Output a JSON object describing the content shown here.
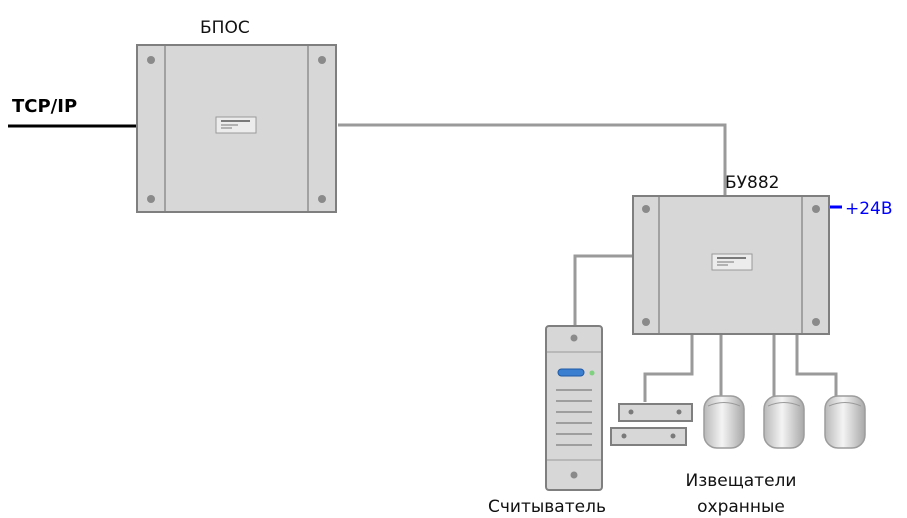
{
  "labels": {
    "bpos": "БПОС",
    "tcpip": "TCP/IP",
    "bu882": "БУ882",
    "power": "+24В",
    "reader": "Считыватель",
    "detectors_line1": "Извещатели",
    "detectors_line2": "охранные"
  },
  "colors": {
    "box_fill": "#d7d7d7",
    "box_border": "#7f7f7f",
    "wire": "#9a9a9a",
    "network_line": "#000000",
    "power": "#0000ff"
  },
  "icons": {
    "controller": "control-box-icon",
    "reader": "card-reader-icon",
    "contact": "magnetic-contact-icon",
    "motion": "motion-detector-icon"
  }
}
